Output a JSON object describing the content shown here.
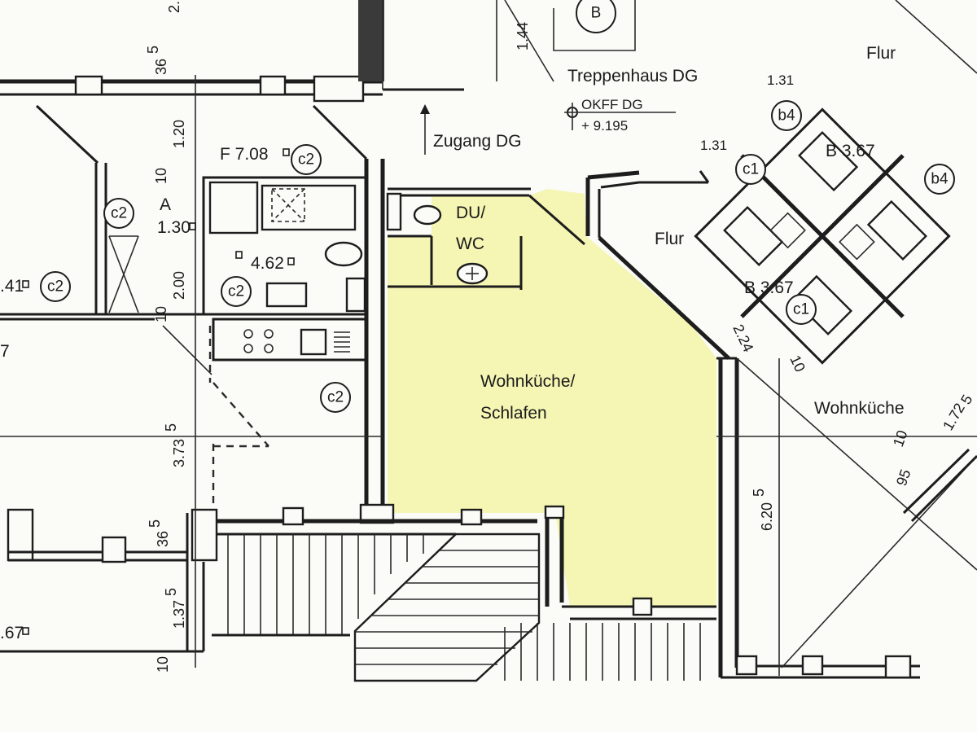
{
  "colors": {
    "highlight": "#f3f5a8",
    "ink": "#1d1d1d",
    "paper": "#fbfbf8"
  },
  "rooms": {
    "main": "Wohnküche/",
    "main_line2": "Schlafen",
    "bath": "DU/",
    "bath_line2": "WC",
    "hall_center": "Flur",
    "hall_top_right": "Flur",
    "kitchen_right": "Wohnküche",
    "stairs": "Treppenhaus DG",
    "entrance": "Zugang DG"
  },
  "elevation": {
    "label": "OKFF DG",
    "value": "+ 9.195"
  },
  "section_marker": "B",
  "unit_labels": {
    "f_label": "F 7.08",
    "a_label": "A",
    "a_value": "1.30",
    "area_small": "4.62",
    "b_upper": "B 3.67",
    "b_lower": "B 3.67",
    "upper_131": "1.31",
    "upper_131b": "1.31",
    "left_41": ".41",
    "left_67": ".67",
    "left_7": "7"
  },
  "circle_codes": {
    "c2": "c2",
    "c1": "c1",
    "b4": "b4"
  },
  "dimensions": {
    "d_144": "1.44",
    "d_365_top": "36",
    "d_365_top_sup": "5",
    "d_120": "1.20",
    "d_10_a": "10",
    "d_200": "2.00",
    "d_10_b": "10",
    "d_3735": "3.73",
    "d_3735_sup": "5",
    "d_365_bot": "36",
    "d_365_bot_sup": "5",
    "d_1375": "1.37",
    "d_1375_sup": "5",
    "d_10_c": "10",
    "d_224": "2.24",
    "d_10_d": "10",
    "d_6205": "6.20",
    "d_6205_sup": "5",
    "d_95": "95",
    "d_10_e": "10",
    "d_1725": "1.72",
    "d_1725_sup": "5",
    "d_2": "2."
  }
}
